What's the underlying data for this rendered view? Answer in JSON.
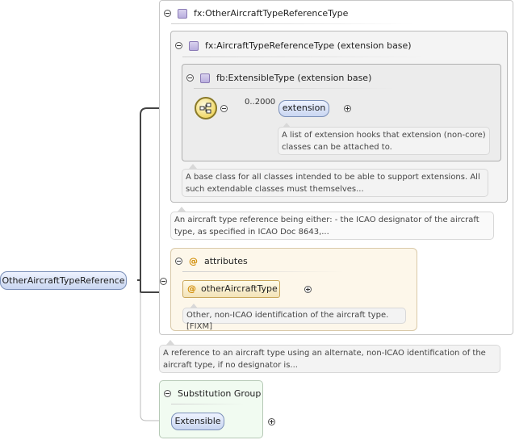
{
  "root": {
    "element_label": "OtherAircraftTypeReference",
    "documentation": "A reference to an aircraft type using an alternate, non-ICAO identification of the aircraft type, if no designator is..."
  },
  "type_outer": {
    "title": "fx:OtherAircraftTypeReferenceType",
    "documentation": "An aircraft type reference being either: - the ICAO designator of the aircraft type, as specified in ICAO Doc 8643,..."
  },
  "type_mid": {
    "title": "fx:AircraftTypeReferenceType (extension base)",
    "documentation": "A base class for all classes intended to be able to support extensions. All such extendable classes must themselves..."
  },
  "type_inner": {
    "title": "fb:ExtensibleType (extension base)"
  },
  "extension": {
    "multiplicity": "0..2000",
    "label": "extension",
    "documentation": "A list of extension hooks that extension (non-core) classes can be attached to."
  },
  "attributes": {
    "title": "attributes",
    "attribute_label": "otherAircraftType",
    "documentation": "Other, non-ICAO identification of the aircraft type. [FIXM]"
  },
  "substitution": {
    "title": "Substitution Group",
    "element_label": "Extensible"
  },
  "colors": {
    "element_fill": "#c9d6f1",
    "attribute_fill": "#f3e3b8",
    "substitution_fill": "#f1fbf1",
    "sequence_fill": "#f1d96a"
  },
  "icons": [
    "type-icon",
    "sequence-icon",
    "collapse-icon",
    "expand-icon",
    "attribute-icon"
  ]
}
